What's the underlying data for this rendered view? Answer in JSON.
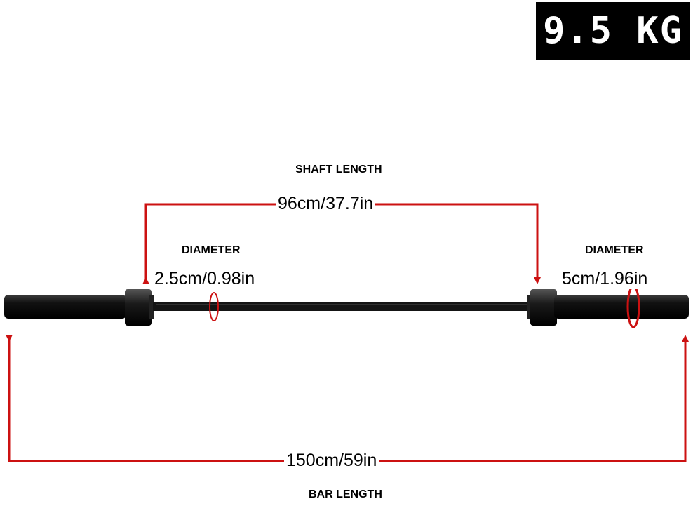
{
  "weight_badge": "9.5 KG",
  "shaft": {
    "caption": "SHAFT LENGTH",
    "measurement": "96cm/37.7in"
  },
  "left_diameter": {
    "caption": "DIAMETER",
    "measurement": "2.5cm/0.98in"
  },
  "right_diameter": {
    "caption": "DIAMETER",
    "measurement": "5cm/1.96in"
  },
  "bar": {
    "caption": "BAR LENGTH",
    "measurement": "150cm/59in"
  },
  "colors": {
    "arrow": "#cc1111",
    "bar": "#111111",
    "badge_bg": "#000000",
    "badge_text": "#ffffff"
  }
}
